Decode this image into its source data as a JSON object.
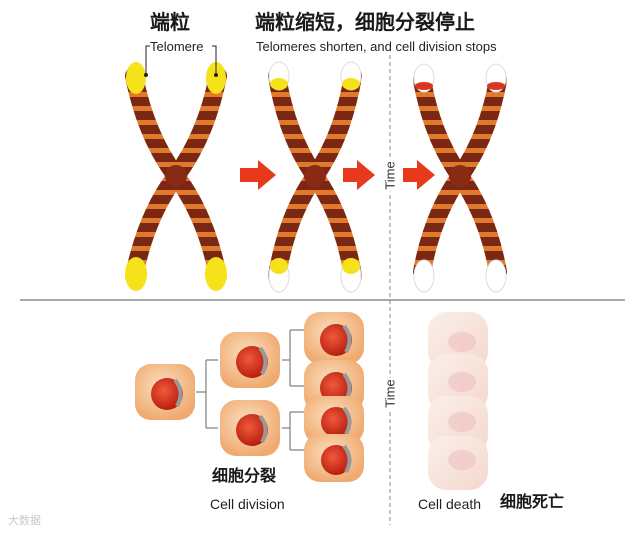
{
  "top": {
    "telomere_cn": "端粒",
    "telomere_en": "Telomere",
    "shorten_cn": "端粒缩短，细胞分裂停止",
    "shorten_en": "Telomeres shorten, and cell division stops",
    "time_label": "Time"
  },
  "bottom": {
    "division_cn": "细胞分裂",
    "division_en": "Cell division",
    "death_en": "Cell death",
    "death_cn": "细胞死亡",
    "time_label": "Time"
  },
  "watermark": "大数据",
  "colors": {
    "telomere": "#f5e21a",
    "chromatid_dark": "#7a2814",
    "chromatid_band": "#e07a2a",
    "centromere": "#8b2a14",
    "arrow": "#e8391c",
    "cell_fill": "#f7c79a",
    "nucleus": "#d8341e",
    "dead_cell": "#f6e3dc"
  },
  "icons": [
    "chromosome-icon",
    "arrow-right-icon",
    "cell-icon"
  ]
}
